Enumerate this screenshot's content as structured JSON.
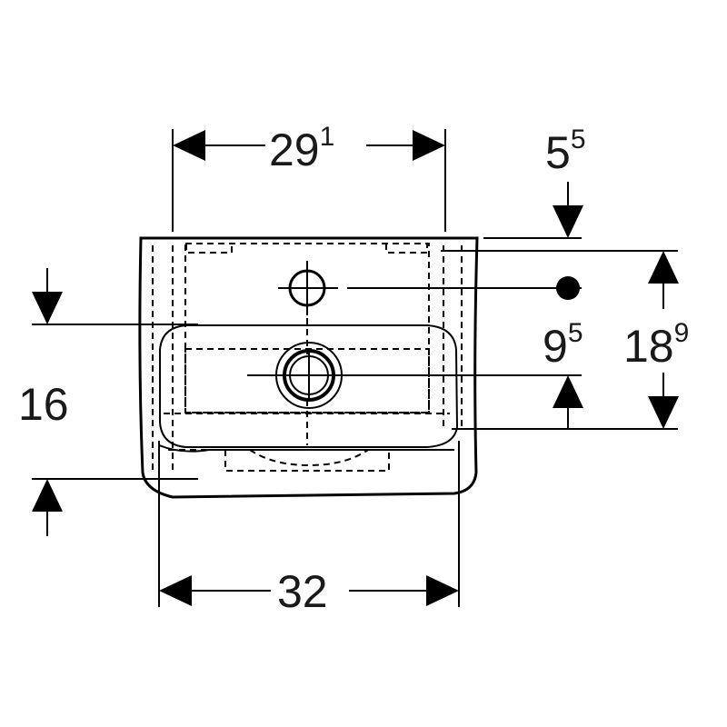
{
  "dimensions": {
    "top_width": {
      "main": "29",
      "sup": "1"
    },
    "rear_offset": {
      "main": "5",
      "sup": "5"
    },
    "hole_spacing": {
      "main": "9",
      "sup": "5"
    },
    "depth": {
      "main": "18",
      "sup": "9"
    },
    "height": {
      "main": "16"
    },
    "bottom_width": {
      "main": "32"
    }
  }
}
